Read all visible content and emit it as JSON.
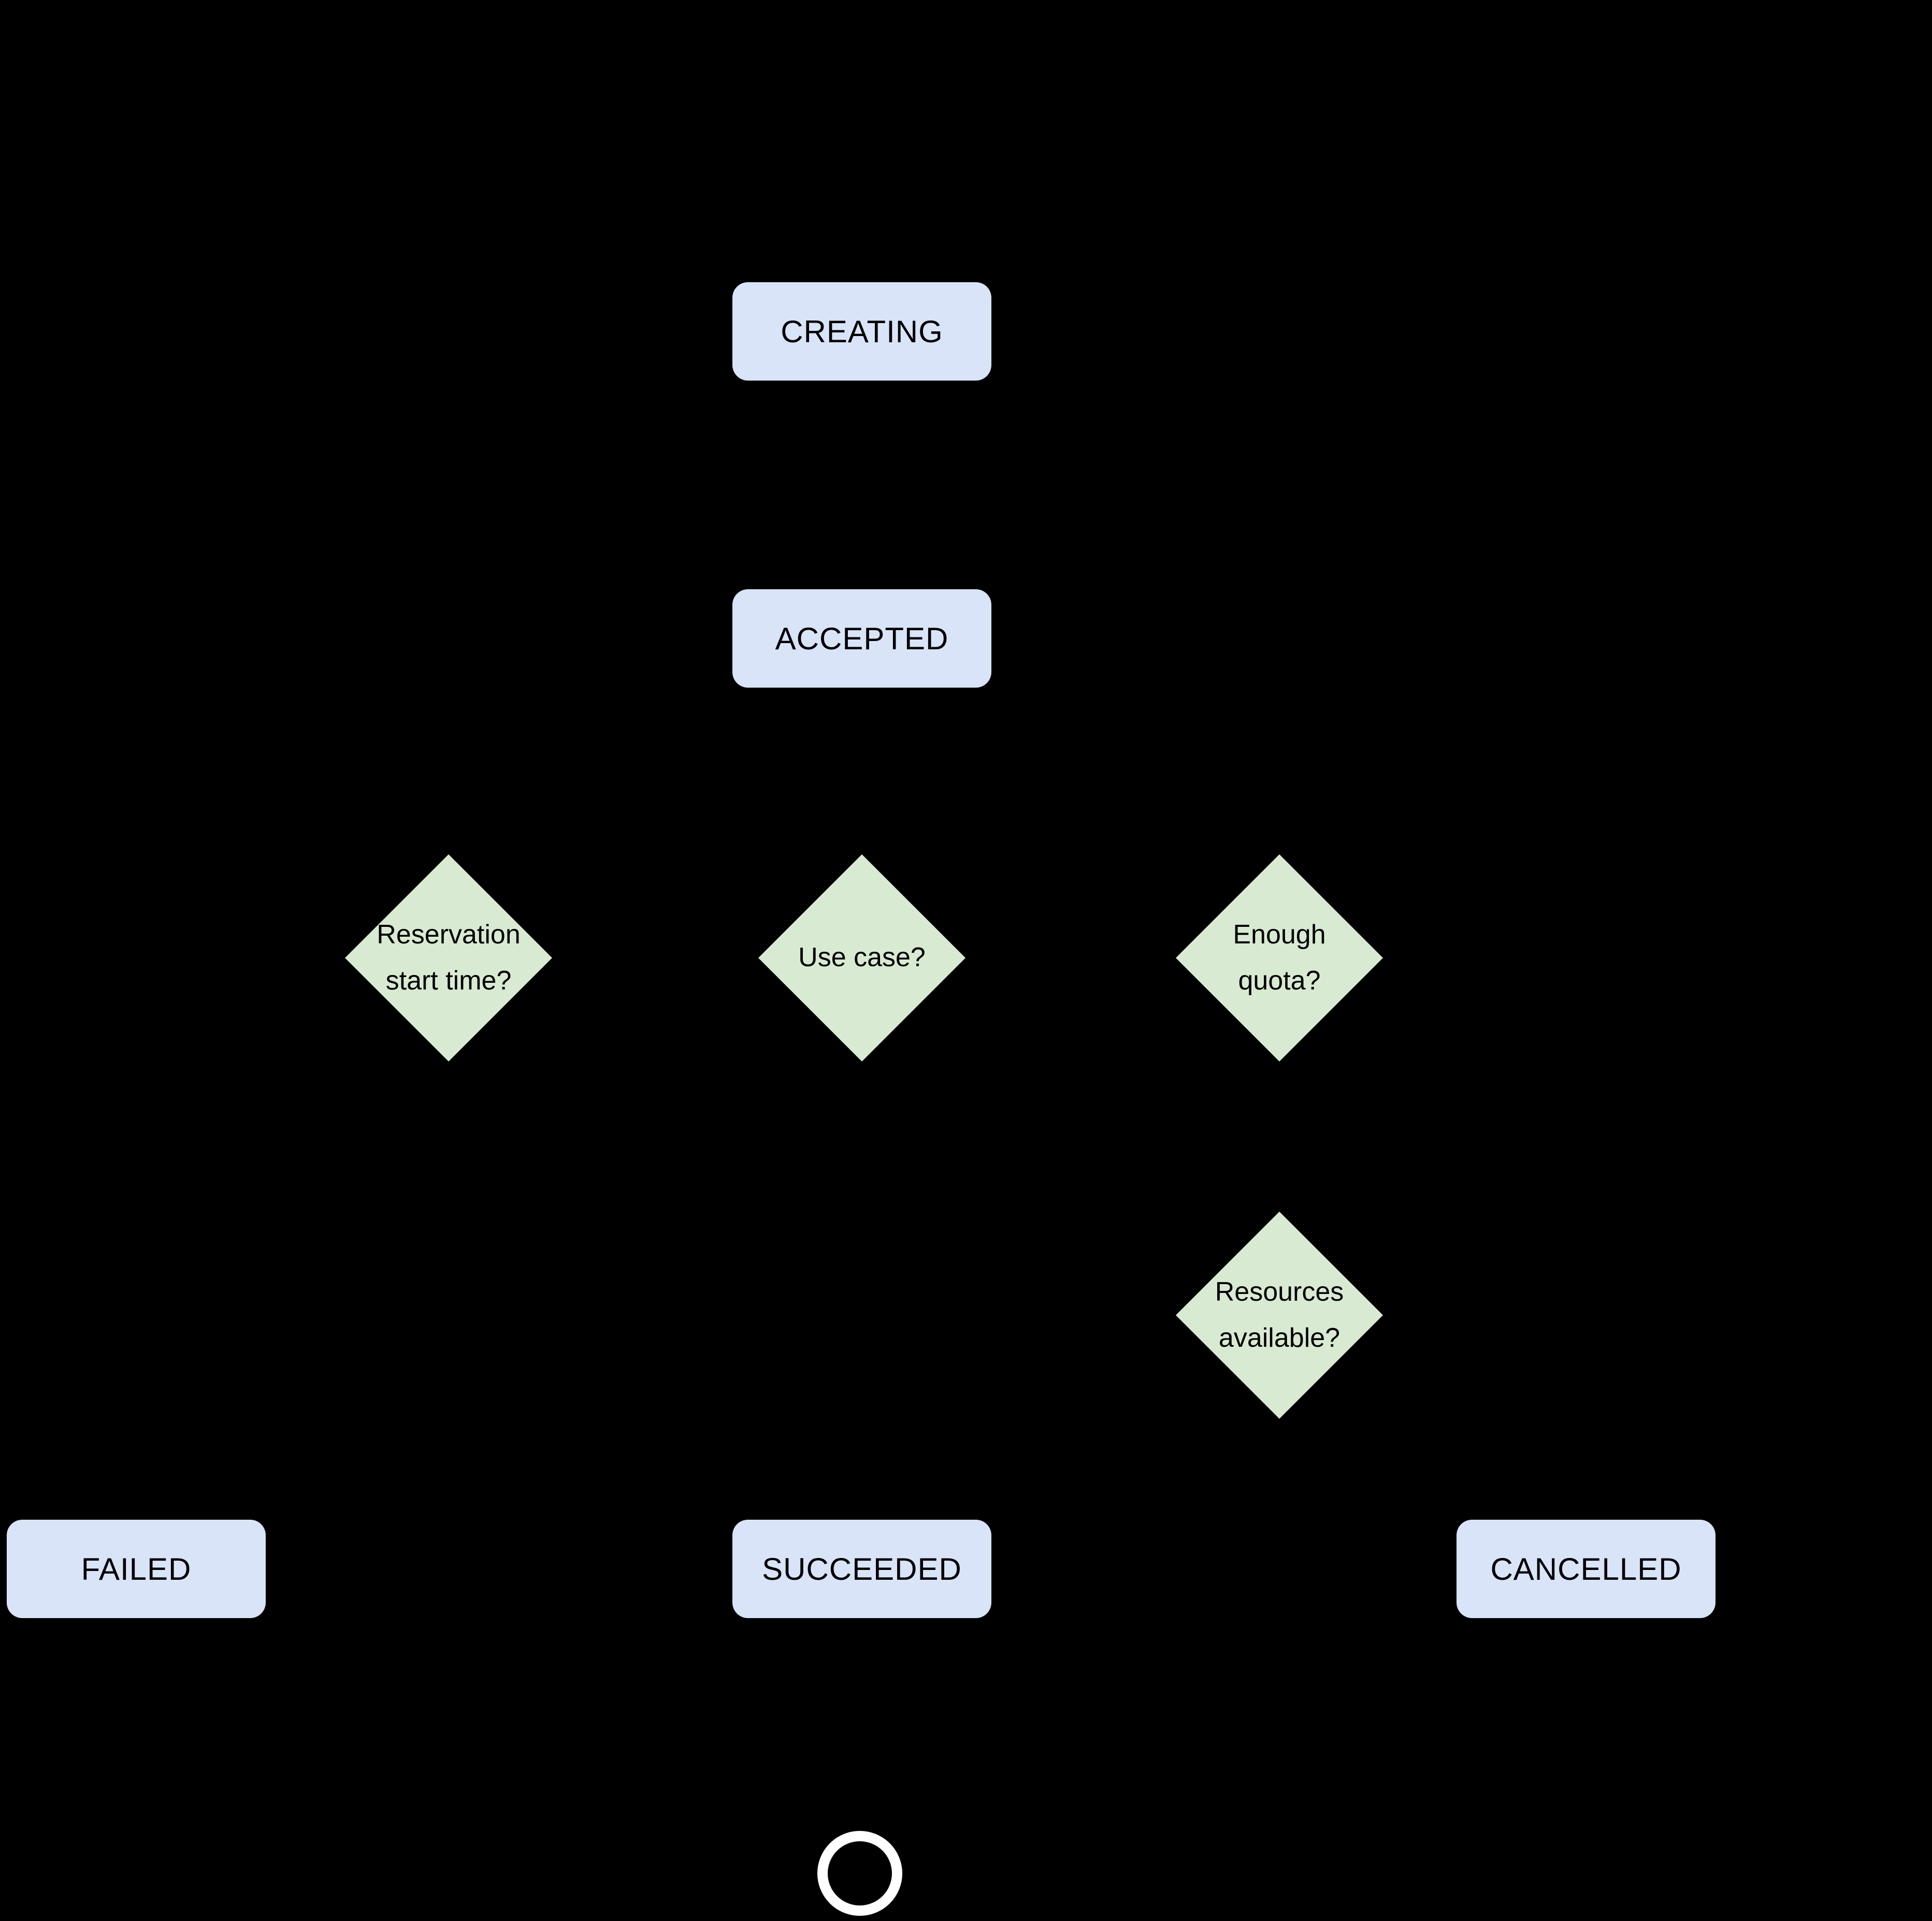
{
  "colors": {
    "background": "#000000",
    "state_fill": "#d9e4f8",
    "decision_fill": "#d9ead3",
    "label_text": "#000000",
    "end_ring": "#ffffff"
  },
  "nodes": {
    "creating": "CREATING",
    "accepted": "ACCEPTED",
    "reservation_start_time": "Reservation\nstart time?",
    "use_case": "Use case?",
    "enough_quota": "Enough\nquota?",
    "resources_available": "Resources\navailable?",
    "failed": "FAILED",
    "succeeded": "SUCCEEDED",
    "cancelled": "CANCELLED"
  }
}
